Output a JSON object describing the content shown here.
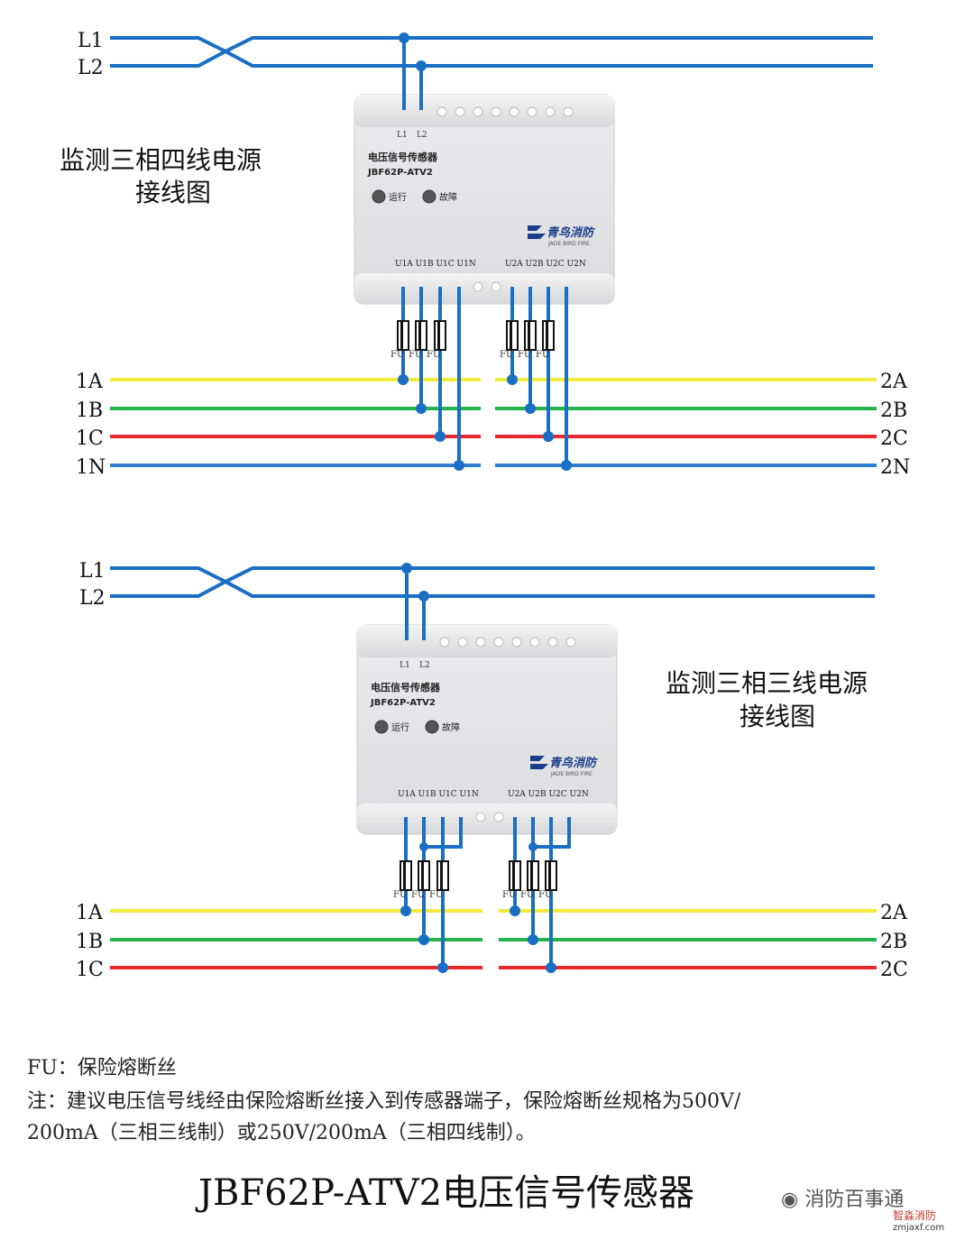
{
  "diagrams": [
    {
      "caption_line1": "监测三相四线电源",
      "caption_line2": "接线图",
      "power_labels": [
        "L1",
        "L2"
      ],
      "device_name": "电压信号传感器",
      "device_model": "JBF62P-ATV2",
      "led_run": "运行",
      "led_fault": "故障",
      "brand_cn": "青鸟消防",
      "brand_en": "JADE BIRD FIRE",
      "top_terminals": [
        "L1",
        "L2"
      ],
      "bottom_terminals_1": "U1A U1B U1C U1N",
      "bottom_terminals_2": "U2A U2B U2C U2N",
      "fuse_label": "FU",
      "bus_left": [
        "1A",
        "1B",
        "1C",
        "1N"
      ],
      "bus_right": [
        "2A",
        "2B",
        "2C",
        "2N"
      ]
    },
    {
      "caption_line1": "监测三相三线电源",
      "caption_line2": "接线图",
      "power_labels": [
        "L1",
        "L2"
      ],
      "device_name": "电压信号传感器",
      "device_model": "JBF62P-ATV2",
      "led_run": "运行",
      "led_fault": "故障",
      "brand_cn": "青鸟消防",
      "brand_en": "JADE BIRD FIRE",
      "top_terminals": [
        "L1",
        "L2"
      ],
      "bottom_terminals_1": "U1A U1B U1C U1N",
      "bottom_terminals_2": "U2A U2B U2C U2N",
      "fuse_label": "FU",
      "bus_left": [
        "1A",
        "1B",
        "1C"
      ],
      "bus_right": [
        "2A",
        "2B",
        "2C"
      ]
    }
  ],
  "colors": {
    "phase_a": "#f2ea3c",
    "phase_b": "#22b34a",
    "phase_c": "#e8282b",
    "neutral": "#2f7fd0",
    "wire": "#1a6fc4"
  },
  "notes": {
    "line1": "FU：保险熔断丝",
    "line2": "注：建议电压信号线经由保险熔断丝接入到传感器端子，保险熔断丝规格为500V/",
    "line3": "200mA（三相三线制）或250V/200mA（三相四线制）。"
  },
  "title": "JBF62P-ATV2电压信号传感器",
  "watermark": {
    "account": "消防百事通",
    "brand": "智淼消防",
    "site": "zmjaxf.com"
  }
}
